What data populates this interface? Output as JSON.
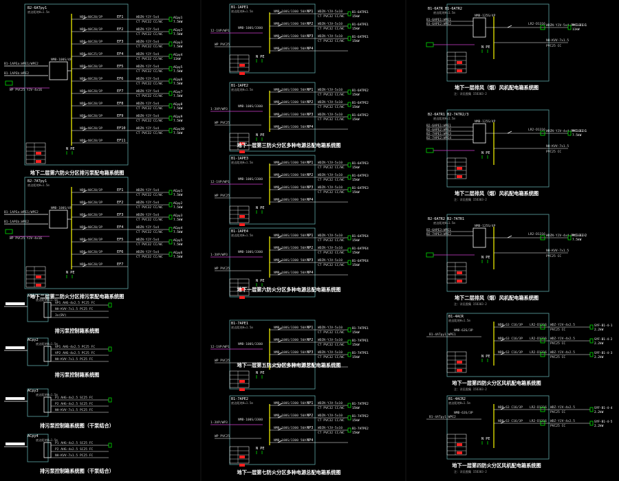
{
  "app": {
    "title": "CAD drawing – distribution system diagrams"
  },
  "colors": {
    "background": "#000000",
    "bus": "#ffff00",
    "wire": "#ffffff",
    "frame": "#5fa8a8",
    "device_green": "#00e000",
    "text": "#ffffff",
    "accent_red": "#ff2020",
    "accent_magenta": "#d040d0",
    "panel_fill": "#2a3a3a"
  },
  "diagrams": [
    {
      "id": "b2-6at",
      "panel_id": "B2-6ATpy1",
      "install_note": "底边距地H=1.5m",
      "incomings": [
        "B1-1APEa:WPE1/WPE2",
        "B1-1APEb:WPE2"
      ],
      "breaker": "NMB-100S/4P",
      "feed_cable": "WP PVC25 YJV-4x16",
      "circuits": [
        {
          "id": "EF1",
          "breaker": "NDB-40C20/3P",
          "cable": "WDZN-YJY-5x4",
          "conduit": "CT PVC32 CC/WC",
          "device": "ACpy1",
          "power": "7.5kW"
        },
        {
          "id": "EF2",
          "breaker": "NDB-40C20/3P",
          "cable": "WDZN-YJY-5x4",
          "conduit": "CT PVC32 CC/WC",
          "device": "ACpy2",
          "power": "7.5kW"
        },
        {
          "id": "EF3",
          "breaker": "NDB-40C20/3P",
          "cable": "WDZN-YJY-5x4",
          "conduit": "CT PVC32 CC/WC",
          "device": "ACpy3",
          "power": "7.5kW"
        },
        {
          "id": "EF4",
          "breaker": "NDB-40C25/3P",
          "cable": "WDZN-YJY-5x4",
          "conduit": "CT PVC32 CC/WC",
          "device": "ACpy4",
          "power": "11kW"
        },
        {
          "id": "EF5",
          "breaker": "NDB-40C20/3P",
          "cable": "WDZN-YJY-5x4",
          "conduit": "CT PVC32 CC/WC",
          "device": "ACpy5",
          "power": "7.5kW"
        },
        {
          "id": "EF6",
          "breaker": "NDB-40C20/3P",
          "cable": "WDZN-YJY-5x4",
          "conduit": "CT PVC32 CC/WC",
          "device": "ACpy6",
          "power": "7.5kW"
        },
        {
          "id": "EF7",
          "breaker": "NDB-40C20/3P",
          "cable": "WDZN-YJY-5x4",
          "conduit": "CT PVC32 CC/WC",
          "device": "ACpy7",
          "power": "7.5kW"
        },
        {
          "id": "EF8",
          "breaker": "NDB-40C20/3P",
          "cable": "WDZN-YJY-5x4",
          "conduit": "CT PVC32 CC/WC",
          "device": "ACpy8",
          "power": "7.5kW"
        },
        {
          "id": "EF9",
          "breaker": "NDB-40C20/3P",
          "cable": "WDZN-YJY-5x4",
          "conduit": "CT PVC32 CC/WC",
          "device": "ACpy9",
          "power": "7.5kW"
        },
        {
          "id": "EF10",
          "breaker": "NDB-40C20/3P",
          "cable": "WDZN-YJY-5x4",
          "conduit": "CT PVC32 CC/WC",
          "device": "ACpy10",
          "power": "7.5kW"
        },
        {
          "id": "EF11",
          "breaker": "NDB-40C20/3P",
          "cable": "",
          "conduit": "",
          "device": "",
          "power": ""
        }
      ],
      "npe": "N PE",
      "title": "地下二层第六防火分区排污泵配电箱系统图"
    },
    {
      "id": "b2-7at",
      "panel_id": "B2-7ATpy1",
      "install_note": "底边距地H=1.5m",
      "incomings": [
        "B1-1APEa:WPE1/WPE2",
        "B1-1APEb:WPE2"
      ],
      "breaker": "NMB-100S/4P",
      "feed_cable": "WP PVC25 YJV-4x16",
      "circuits": [
        {
          "id": "EF1",
          "breaker": "NDB-40C20/3P",
          "cable": "WDZN-YJY-5x4",
          "conduit": "CT PVC32 CC/WC",
          "device": "ACpy1",
          "power": "7.5kW"
        },
        {
          "id": "EF2",
          "breaker": "NDB-40C20/3P",
          "cable": "WDZN-YJY-5x4",
          "conduit": "CT PVC32 CC/WC",
          "device": "ACpy2",
          "power": "7.5kW"
        },
        {
          "id": "EF3",
          "breaker": "NDB-40C20/3P",
          "cable": "WDZN-YJY-5x4",
          "conduit": "CT PVC32 CC/WC",
          "device": "ACpy3",
          "power": "7.5kW"
        },
        {
          "id": "EF4",
          "breaker": "NDB-40C20/3P",
          "cable": "WDZN-YJY-5x4",
          "conduit": "CT PVC32 CC/WC",
          "device": "ACpy4",
          "power": "7.5kW"
        },
        {
          "id": "EF5",
          "breaker": "NDB-40C20/3P",
          "cable": "WDZN-YJY-5x4",
          "conduit": "CT PVC32 CC/WC",
          "device": "ACpy5",
          "power": "7.5kW"
        },
        {
          "id": "EF6",
          "breaker": "NDB-40C20/3P",
          "cable": "WDZN-YJY-5x4",
          "conduit": "CT PVC32 CC/WC",
          "device": "ACpy6",
          "power": "7.5kW"
        },
        {
          "id": "EF7",
          "breaker": "NDB-40C20/3P",
          "cable": "",
          "conduit": "",
          "device": "",
          "power": ""
        }
      ],
      "npe": "N PE",
      "title": "地下二层第二防火分区排污泵配电箱系统图"
    }
  ],
  "pump_controls": [
    {
      "id": "ACpy1",
      "note": "底边距地H=1.5m",
      "lines": [
        "VP1 AHG-4x2.5 PC25 FC",
        "NH-KVV-7x1.5 PC25 FC",
        "3x(BV)"
      ],
      "title": "排污泵控制箱系统图"
    },
    {
      "id": "ACpy2",
      "note": "底边距地H=1.5m",
      "lines": [
        "VP1 AHG-4x2.5 PC25 FC",
        "VP2 AHG-4x2.5 PC25 FC",
        "NH-KVV-7x1.5 PC25 FC"
      ],
      "title": "排污泵控制箱系统图"
    },
    {
      "id": "ACpy3",
      "note": "底边距地H=1.5m",
      "lines": [
        "P1 AHG-4x2.5 SC25 FC",
        "P2 AHG-4x2.5 SC25 FC",
        "NH-KVV-7x1.5 PC25 FC"
      ],
      "title": "排污泵控制箱系统图（干泵结合）"
    },
    {
      "id": "ACpy4",
      "note": "底边距地H=1.5m",
      "lines": [
        "P1 AHG-4x2.5 SC25 FC",
        "P2 AHG-4x2.5 SC25 FC",
        "NH-KVV-7x1.5 PC25 FC"
      ],
      "title": "排污泵控制箱系统图（干泵结合）"
    }
  ],
  "middle_boxes": [
    {
      "id": "B1-1APE1",
      "note": "底边距地H=1.5m",
      "feeder": "12-1VP/WP1",
      "cable": "WP PVC25",
      "bus_breaker": "NMB-100S/3300",
      "circuits": [
        "NP1",
        "NP2",
        "NP3",
        "NP4"
      ],
      "sub_breaker": "NMB-100S/3300 50A",
      "out_cable": "WDZN-YJV-5x10",
      "out_conduit": "CT PVC32 CC/WC",
      "load": "B1-6ATPE1",
      "power": "15kW",
      "npe": "N PE"
    },
    {
      "id": "B1-1APE2",
      "note": "底边距地H=1.5m",
      "feeder": "1-3VP/WP3",
      "cable": "WP PVC25",
      "bus_breaker": "NMB-100S/3300",
      "circuits": [
        "NP1",
        "NP2",
        "NP3",
        "NP4"
      ],
      "sub_breaker": "NMB-100S/3300 50A",
      "out_cable": "WDZN-YJV-5x10",
      "out_conduit": "CT PVC32 CC/WC",
      "load": "B1-6ATPE2",
      "power": "15kW",
      "npe": "N PE"
    },
    {
      "id": "B1-1APE3",
      "note": "底边距地H=1.5m",
      "feeder": "12-1VP/WP1",
      "cable": "WP PVC25",
      "bus_breaker": "NMB-100S/3300",
      "circuits": [
        "NP1",
        "NP2",
        "NP3",
        "NP4"
      ],
      "sub_breaker": "NMB-100S/3300 50A",
      "out_cable": "WDZN-YJV-5x10",
      "out_conduit": "CT PVC32 CC/WC",
      "load": "B1-6ATPE3",
      "power": "15kW",
      "npe": "N PE"
    },
    {
      "id": "B1-1APE4",
      "note": "底边距地H=1.5m",
      "feeder": "1-3VP/WP3",
      "cable": "WP PVC25",
      "bus_breaker": "NMB-100S/3300",
      "circuits": [
        "NP1",
        "NP2",
        "NP3",
        "NP4"
      ],
      "sub_breaker": "NMB-100S/3300 50A",
      "out_cable": "WDZN-YJV-5x10",
      "out_conduit": "CT PVC32 CC/WC",
      "load": "B1-6ATPE4",
      "power": "15kW",
      "npe": "N PE"
    },
    {
      "id": "B1-7APE1",
      "note": "底边距地H=1.5m",
      "feeder": "12-1VP/WP1",
      "cable": "WP PVC25",
      "bus_breaker": "NMB-100S/3300",
      "circuits": [
        "NP1",
        "NP2",
        "NP3",
        "NP4"
      ],
      "sub_breaker": "NMB-100S/3300 50A",
      "out_cable": "WDZN-YJV-5x10",
      "out_conduit": "CT PVC32 CC/WC",
      "load": "B1-7ATPE1",
      "power": "15kW",
      "npe": "N PE"
    },
    {
      "id": "B1-7APE2",
      "note": "底边距地H=1.5m",
      "feeder": "1-3VP/WP3",
      "cable": "WP PVC25",
      "bus_breaker": "NMB-100S/3300",
      "circuits": [
        "NP1",
        "NP2",
        "NP3",
        "NP4"
      ],
      "sub_breaker": "NMB-100S/3300 50A",
      "out_cable": "WDZN-YJV-5x10",
      "out_conduit": "CT PVC32 CC/WC",
      "load": "B1-7ATPE2",
      "power": "15kW",
      "npe": "N PE"
    }
  ],
  "middle_titles": [
    "地下一层第三防火分区多种电源总配电箱系统图",
    "地下一层第六防火分区多种电源总配电箱系统图",
    "地下一层第五防火分区多种电源总配电箱系统图",
    "地下一层第七防火分区多种电源总配电箱系统图"
  ],
  "fan_boxes": [
    {
      "id": "B1-6ATR B1-6ATR2",
      "note": "底边距地H=1.5m",
      "incomings": [
        "B1-6APE1:WPE1",
        "B1-6APE2:WPE2"
      ],
      "breaker": "NMB-125S/4P",
      "relay": "LR2-D1316",
      "fan_cable": "WDZN-YJV-5x4 PVC32 CC",
      "fan": "PY1-B1-1",
      "ctrl_cable": "NH-KVV-7x1.5",
      "ctrl_conduit": "PVC25 CC",
      "power": "11kW",
      "npe": "N PE",
      "title": "地下一层排风（烟）风机配电箱系统图",
      "note2": "注：详见图集 15D303-2"
    },
    {
      "id": "B2-6ATR1 B2-7ATR2/3",
      "note": "底边距地H=1.5m",
      "incomings": [
        "B2-6APE1:WPE1",
        "B2-6APE2:WPE2",
        "B2-7APE1:WPE3",
        "B2-7APE2:WPE4"
      ],
      "breaker": "NMB-125S/4P",
      "relay": "LR2-D1316",
      "fan_cable": "WDZN-YJV-4x4 PVC32 CC",
      "fan": "PY1-B2-1",
      "ctrl_cable": "NH-KVV-7x1.5",
      "ctrl_conduit": "PVC25 CC",
      "power": "7.5kW",
      "npe": "N PE",
      "title": "地下二层排风（烟）风机配电箱系统图",
      "note2": "注：详见图集 15D303-2"
    },
    {
      "id": "B2-6ATR2 B2-7ATR1",
      "note": "底边距地H=1.5m",
      "incomings": [
        "B2-6APE3:WPE1",
        "B2-7APE3:WPE2"
      ],
      "breaker": "NMB-125S/4P",
      "relay": "LR2-D1316",
      "fan_cable": "WDZN-YJV-4x4 PVC32 CC",
      "fan": "PY1-B2-2",
      "ctrl_cable": "NH-KVV-7x1.5",
      "ctrl_conduit": "PVC25 CC",
      "power": "7.5kW",
      "npe": "N PE",
      "title": "地下二层排风（烟）风机配电箱系统图",
      "note2": "注：详见图集 15D303-2"
    }
  ],
  "lower_right": [
    {
      "id": "B1-4ACR",
      "note": "底边距地H=1.5m",
      "incoming": "B1-4ATpy1:WPE1",
      "breaker": "NMB-63S/3P",
      "circuits": [
        {
          "breaker": "NDB-63 C16/3P",
          "relay": "LR2-D1316",
          "cable": "WDZ-YJV-4x2.5",
          "conduit": "PVC25 CC",
          "fan": "SYF-B1-4-1",
          "power": "2.2kW"
        },
        {
          "breaker": "NDB-63 C16/3P",
          "relay": "LR2-D1316",
          "cable": "WDZ-YJV-4x2.5",
          "conduit": "PVC25 CC",
          "fan": "SYF-B1-4-2",
          "power": "2.2kW"
        },
        {
          "breaker": "NDB-63 C16/3P",
          "relay": "LR2-D1316",
          "cable": "WDZ-YJV-4x2.5",
          "conduit": "PVC25 CC",
          "fan": "SYF-B1-4-3",
          "power": "2.2kW"
        }
      ],
      "npe": "N PE",
      "title": "地下一层第四防火分区风机配电箱系统图",
      "note2": "注：详见图集 15D303-2"
    },
    {
      "id": "B1-4ACR2",
      "note": "底边距地H=1.5m",
      "incoming": "B1-4ATpy1:WPE2",
      "breaker": "NMB-63S/3P",
      "circuits": [
        {
          "breaker": "NDB-63 C16/3P",
          "relay": "LR2-D1316",
          "cable": "WDZ-YJV-4x2.5",
          "conduit": "PVC25 CC",
          "fan": "SYF-B1-4-4",
          "power": "2.2kW"
        },
        {
          "breaker": "NDB-63 C16/3P",
          "relay": "LR2-D1316",
          "cable": "WDZ-YJV-4x2.5",
          "conduit": "PVC25 CC",
          "fan": "SYF-B1-4-5",
          "power": "2.2kW"
        }
      ],
      "npe": "N PE",
      "title": "地下一层第四防火分区风机配电箱系统图",
      "note2": "注：详见图集 15D303-2"
    }
  ]
}
